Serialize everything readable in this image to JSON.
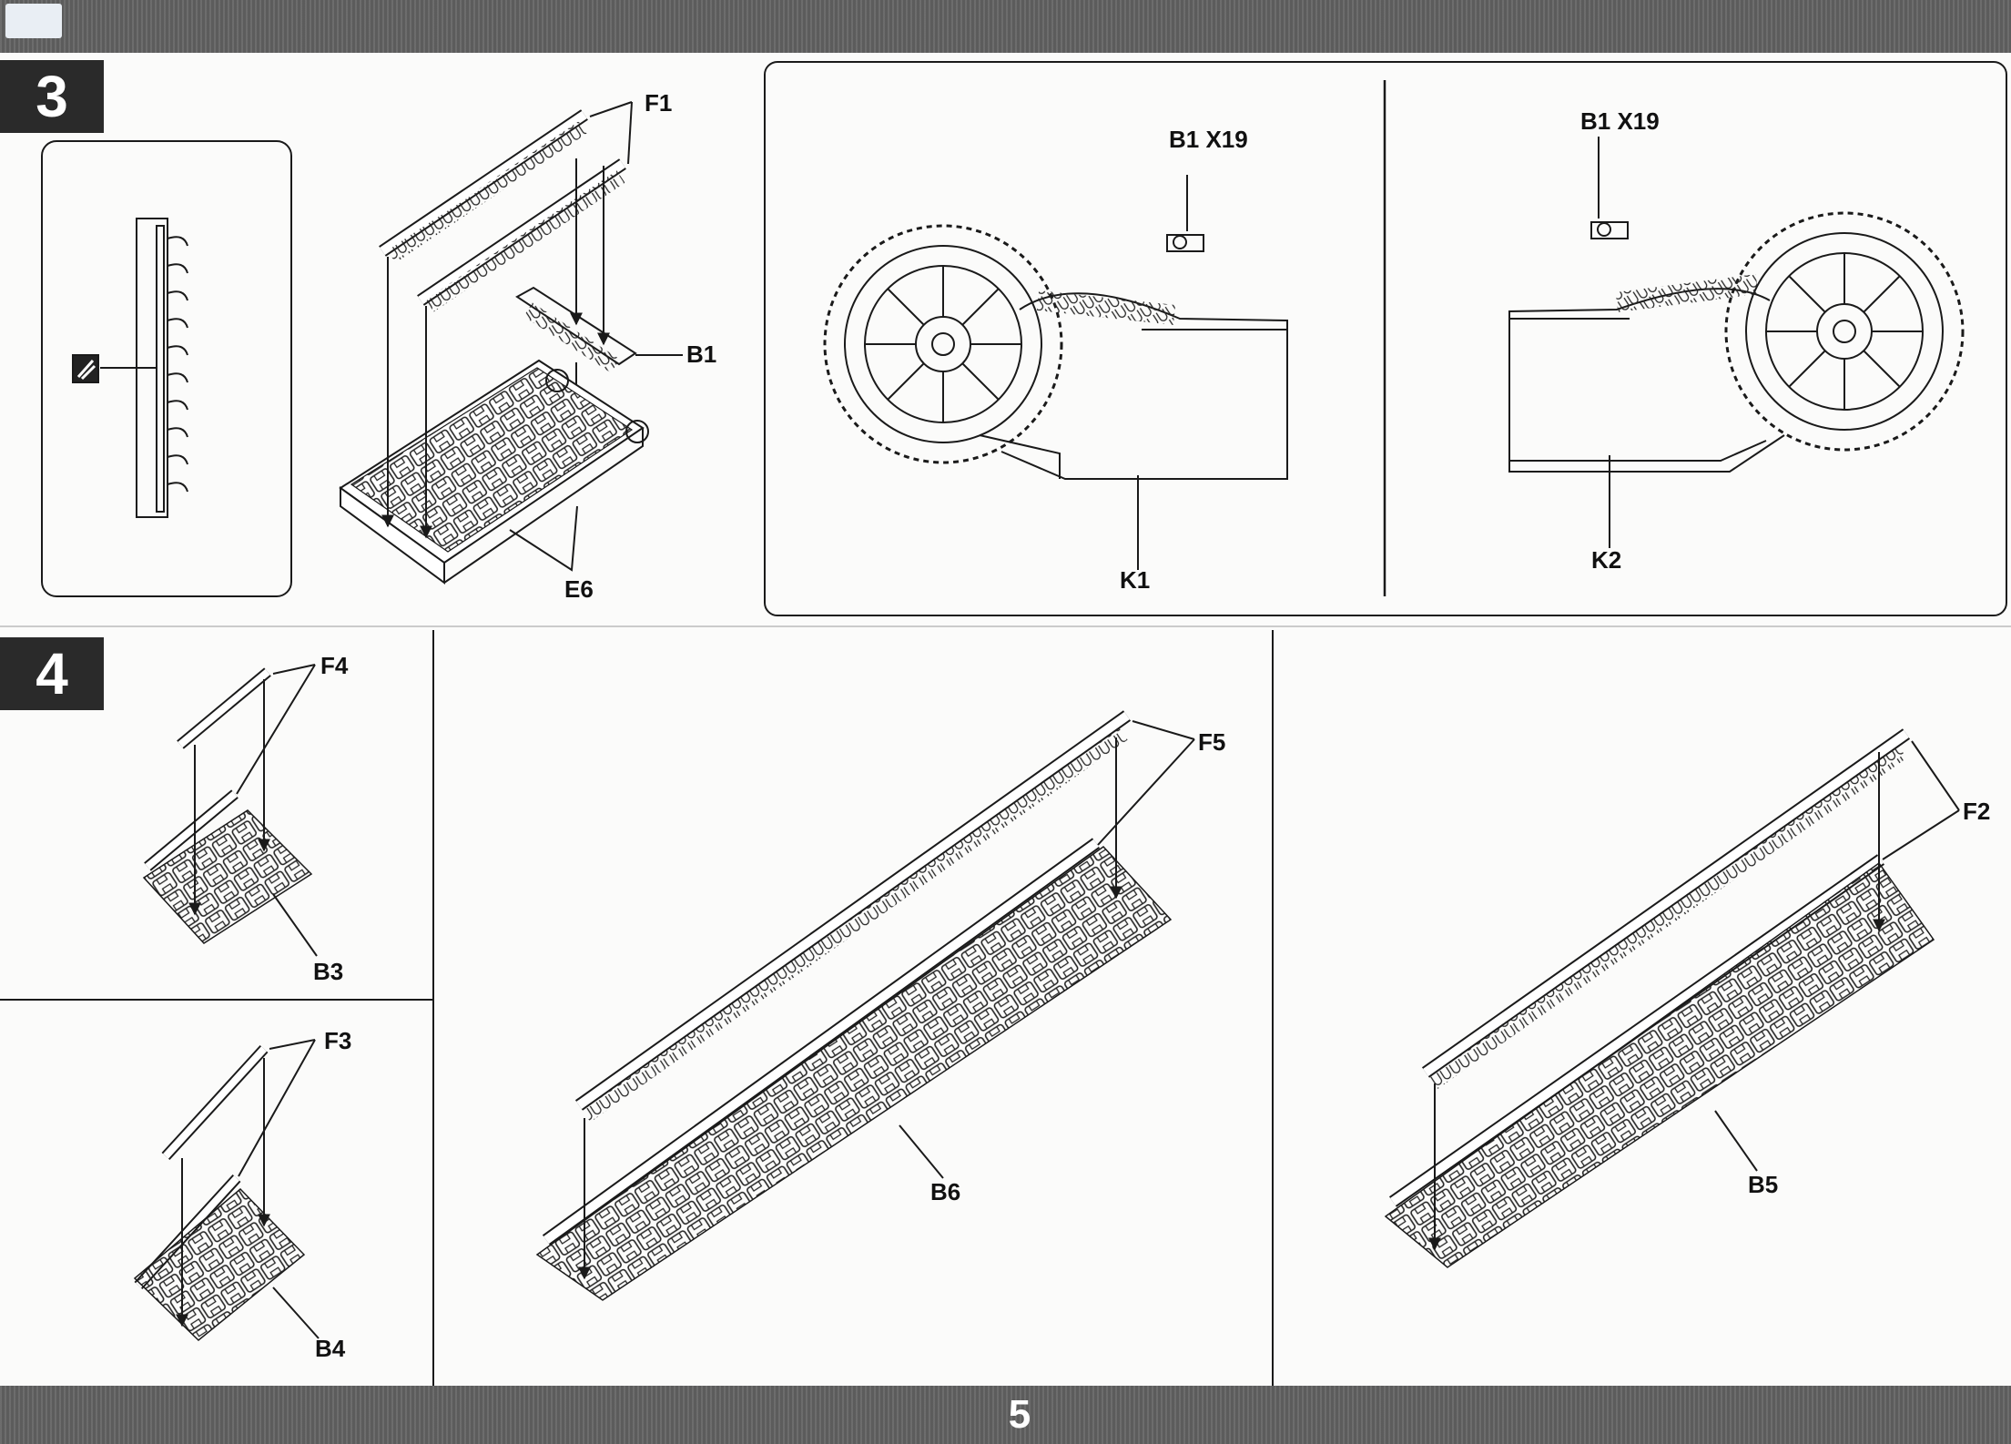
{
  "header": {
    "logo": "",
    "logo_sub": ""
  },
  "steps": [
    {
      "number": "3",
      "labels": {
        "f1": "F1",
        "b1": "B1",
        "e6": "E6",
        "b1x19_left": "B1 X19",
        "b1x19_right": "B1 X19",
        "k1": "K1",
        "k2": "K2"
      }
    },
    {
      "number": "4",
      "labels": {
        "f4": "F4",
        "b3": "B3",
        "f3": "F3",
        "b4": "B4",
        "f5": "F5",
        "b6": "B6",
        "f2": "F2",
        "b5": "B5"
      }
    }
  ],
  "footer": {
    "page_number": "5"
  },
  "icons": [
    "cutter-icon"
  ],
  "colors": {
    "band": "#5c5c5c",
    "step_box": "#2a2a2a",
    "line": "#1a1a1a"
  }
}
